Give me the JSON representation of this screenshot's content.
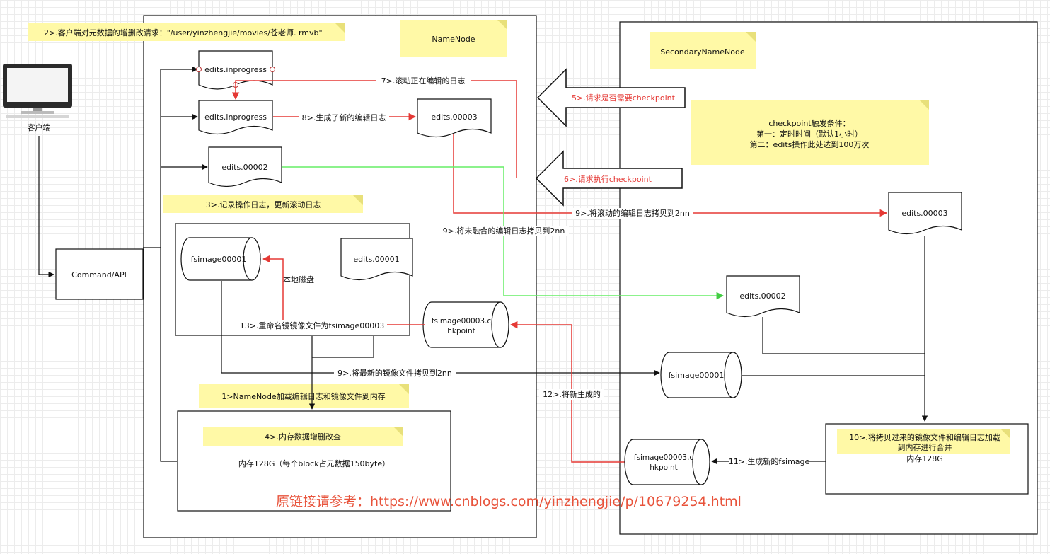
{
  "nodes": {
    "client_label": "客户端",
    "command_api": "Command/API",
    "namenode": "NameNode",
    "secondary": "SecondaryNameNode",
    "edits_inprogress_1": "edits.inprogress",
    "edits_inprogress_2": "edits.inprogress",
    "edits_00003_nn": "edits.00003",
    "edits_00002_nn": "edits.00002",
    "fsimage00001_nn": "fsimage00001",
    "edits_00001": "edits.00001",
    "fsimage_ckpt_nn": "fsimage00003.c\nhkpoint",
    "memory_nn": "内存128G（每个block占元数据150byte）",
    "edits_00003_snn": "edits.00003",
    "edits_00002_snn": "edits.00002",
    "fsimage00001_snn": "fsimage00001",
    "fsimage_ckpt_snn": "fsimage00003.c\nhkpoint",
    "memory_snn": "内存128G"
  },
  "notes": {
    "n2": "2>.客户端对元数据的增删改请求：\"/user/yinzhengjie/movies/苍老师. rmvb\"",
    "n3": "3>.记录操作日志，更新滚动日志",
    "n1": "1>NameNode加载编辑日志和镜像文件到内存",
    "n4": "4>.内存数据增删改查",
    "trigger": "checkpoint触发条件：\n第一：定时时间（默认1小时）\n第二：edits操作此处达到100万次",
    "n10": "10>.将拷贝过来的镜像文件和编辑日志加载\n到内存进行合并"
  },
  "edges": {
    "e5": "5>.请求是否需要checkpoint",
    "e6": "6>.请求执行checkpoint",
    "e7": "7>.滚动正在编辑的日志",
    "e8": "8>.生成了新的编辑日志",
    "e9a": "9>.将滚动的编辑日志拷贝到2nn",
    "e9b": "9>.将未融合的编辑日志拷贝到2nn",
    "e9c": "9>.将最新的镜像文件拷贝到2nn",
    "e11": "11>.生成新的fsimage",
    "e12": "12>.将新生成的",
    "e13": "13>.重命名镜镜像文件为fsimage00003",
    "local_disk": "本地磁盘"
  },
  "watermark": "原链接请参考：https://www.cnblogs.com/yinzhengjie/p/10679254.html",
  "colors": {
    "note": "#fff9a6",
    "red_arrow": "#e53935",
    "green_arrow": "#66ee66",
    "black": "#111111"
  }
}
